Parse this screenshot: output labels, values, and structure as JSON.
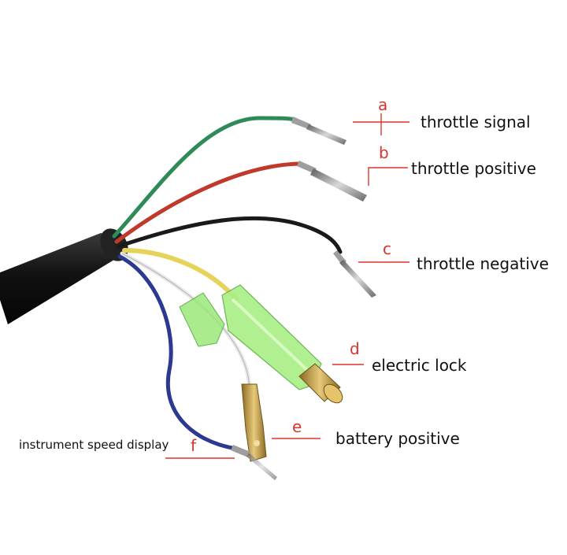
{
  "wires": [
    {
      "letter": "a",
      "label": "throttle signal",
      "color": "#2e8b57"
    },
    {
      "letter": "b",
      "label": "throttle positive",
      "color": "#c0392b"
    },
    {
      "letter": "c",
      "label": "throttle negative",
      "color": "#1a1a1a"
    },
    {
      "letter": "d",
      "label": "electric lock",
      "color": "#e6d35a"
    },
    {
      "letter": "e",
      "label": "battery positive",
      "color": "#f2f2f2"
    },
    {
      "letter": "f",
      "label": "instrument speed display",
      "color": "#2b3990"
    }
  ],
  "colors": {
    "leader_line": "#e0322b",
    "letter": "#d9342b",
    "cable_jacket": "#141414",
    "sleeve": "#9be87a",
    "brass": "#c9a54a"
  }
}
